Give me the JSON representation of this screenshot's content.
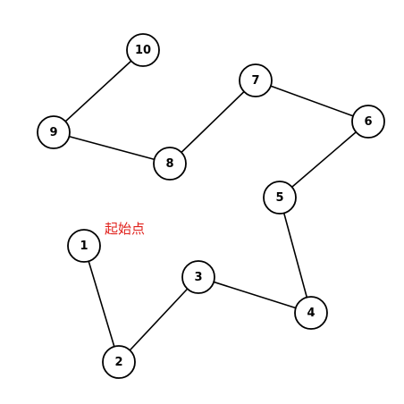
{
  "diagram": {
    "start_label": "起始点",
    "start_label_color": "#e0201b",
    "nodes": [
      {
        "label": "1"
      },
      {
        "label": "2"
      },
      {
        "label": "3"
      },
      {
        "label": "4"
      },
      {
        "label": "5"
      },
      {
        "label": "6"
      },
      {
        "label": "7"
      },
      {
        "label": "8"
      },
      {
        "label": "9"
      },
      {
        "label": "10"
      }
    ],
    "edges": [
      {
        "from": "1",
        "to": "2"
      },
      {
        "from": "2",
        "to": "3"
      },
      {
        "from": "3",
        "to": "4"
      },
      {
        "from": "4",
        "to": "5"
      },
      {
        "from": "5",
        "to": "6"
      },
      {
        "from": "6",
        "to": "7"
      },
      {
        "from": "7",
        "to": "8"
      },
      {
        "from": "8",
        "to": "9"
      },
      {
        "from": "9",
        "to": "10"
      }
    ]
  }
}
